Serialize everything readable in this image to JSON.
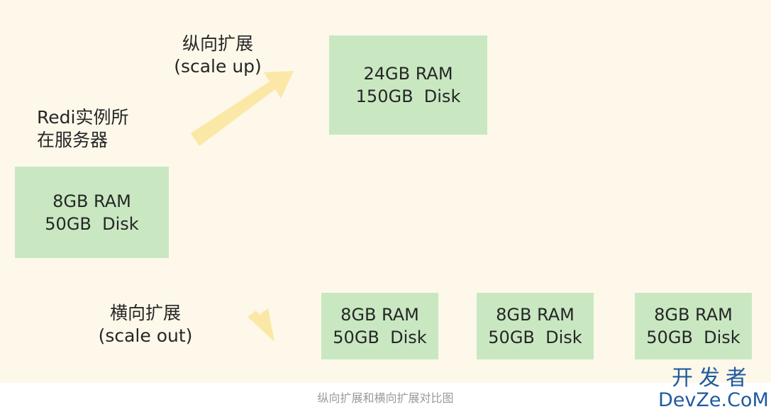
{
  "server_label": {
    "line1": "Redi实例所",
    "line2": "在服务器"
  },
  "original_server": {
    "ram": "8GB RAM",
    "disk": "50GB  Disk"
  },
  "scale_up": {
    "label_cn": "纵向扩展",
    "label_en": "(scale up)",
    "server": {
      "ram": "24GB RAM",
      "disk": "150GB  Disk"
    }
  },
  "scale_out": {
    "label_cn": "横向扩展",
    "label_en": "(scale out)",
    "servers": [
      {
        "ram": "8GB RAM",
        "disk": "50GB  Disk"
      },
      {
        "ram": "8GB RAM",
        "disk": "50GB  Disk"
      },
      {
        "ram": "8GB RAM",
        "disk": "50GB  Disk"
      }
    ]
  },
  "caption": "纵向扩展和横向扩展对比图",
  "watermark": {
    "cn": "开发者",
    "en": "DevZe.CoM"
  },
  "colors": {
    "background": "#fdf8ea",
    "box": "#c9e8c2",
    "arrow": "#fbe8a6",
    "text": "#262626",
    "caption": "#9a9a9a",
    "watermark": "#1f5a9e"
  }
}
